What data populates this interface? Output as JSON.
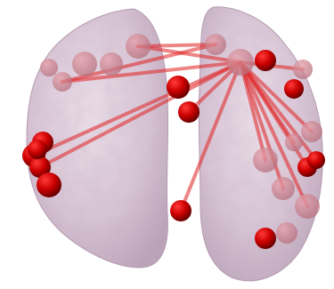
{
  "scene": {
    "description_visible_text": [],
    "colors": {
      "background": "#ffffff",
      "brain_surface": "#d9c7d6",
      "brain_shadow": "#b89fb5",
      "node": "#cc0000",
      "node_dark": "#7a0000",
      "edge": "#e02020"
    },
    "hemispheres": [
      "left",
      "right"
    ],
    "nodes": [
      {
        "id": "n1",
        "hemi": "left",
        "depth": "back"
      },
      {
        "id": "n2",
        "hemi": "left",
        "depth": "front"
      },
      {
        "id": "n3",
        "hemi": "left",
        "depth": "back"
      },
      {
        "id": "n4",
        "hemi": "left",
        "depth": "back"
      },
      {
        "id": "n5",
        "hemi": "left",
        "depth": "back"
      },
      {
        "id": "n6",
        "hemi": "left",
        "depth": "back"
      },
      {
        "id": "n7",
        "hemi": "left",
        "depth": "front"
      },
      {
        "id": "n8",
        "hemi": "left",
        "depth": "front"
      },
      {
        "id": "n9",
        "hemi": "left",
        "depth": "front"
      },
      {
        "id": "n10",
        "hemi": "left",
        "depth": "front"
      },
      {
        "id": "n11",
        "hemi": "center",
        "depth": "front"
      },
      {
        "id": "n12",
        "hemi": "center",
        "depth": "front"
      },
      {
        "id": "n13",
        "hemi": "center",
        "depth": "front"
      },
      {
        "id": "n14",
        "hemi": "right",
        "depth": "back"
      },
      {
        "id": "n15",
        "hemi": "right",
        "depth": "back"
      },
      {
        "id": "n16",
        "hemi": "right",
        "depth": "front"
      },
      {
        "id": "n17",
        "hemi": "right",
        "depth": "back"
      },
      {
        "id": "n18",
        "hemi": "right",
        "depth": "front"
      },
      {
        "id": "n19",
        "hemi": "right",
        "depth": "back"
      },
      {
        "id": "n20",
        "hemi": "right",
        "depth": "back"
      },
      {
        "id": "n21",
        "hemi": "right",
        "depth": "front"
      },
      {
        "id": "n22",
        "hemi": "right",
        "depth": "front"
      },
      {
        "id": "n23",
        "hemi": "right",
        "depth": "back"
      },
      {
        "id": "n24",
        "hemi": "right",
        "depth": "back"
      },
      {
        "id": "n25",
        "hemi": "right",
        "depth": "back"
      },
      {
        "id": "n26",
        "hemi": "right",
        "depth": "front"
      },
      {
        "id": "n27",
        "hemi": "right",
        "depth": "back"
      }
    ],
    "edges": [
      [
        "n14",
        "n6"
      ],
      [
        "n14",
        "n5"
      ],
      [
        "n15",
        "n5"
      ],
      [
        "n15",
        "n6"
      ],
      [
        "n15",
        "n7"
      ],
      [
        "n15",
        "n8"
      ],
      [
        "n15",
        "n12"
      ],
      [
        "n15",
        "n13"
      ],
      [
        "n15",
        "n17"
      ],
      [
        "n15",
        "n19"
      ],
      [
        "n15",
        "n20"
      ],
      [
        "n15",
        "n21"
      ],
      [
        "n15",
        "n22"
      ],
      [
        "n15",
        "n23"
      ],
      [
        "n15",
        "n24"
      ],
      [
        "n15",
        "n25"
      ]
    ]
  }
}
